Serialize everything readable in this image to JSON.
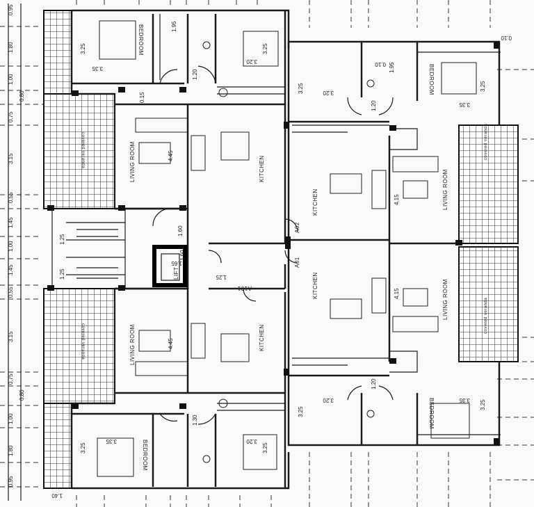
{
  "plan": {
    "rooms": {
      "bedroom": "BEDROOM",
      "living_room": "LIVING ROOM",
      "kitchen": "KITCHEN",
      "lift": "LIFT",
      "veranda": "covered veranda"
    },
    "doors": {
      "a01": "A01",
      "a02": "A02",
      "a101": "A101"
    },
    "left_dimensions": [
      "0.95",
      "1.80",
      "1.00",
      "0.80",
      "0.75",
      "3.15",
      "0.55",
      "1.45",
      "1.00",
      "1.45",
      "0.55",
      "3.15",
      "0.75",
      "0.80",
      "1.00",
      "1.80",
      "0.95"
    ],
    "room_dimensions": {
      "bed_width": "3.35",
      "bed_depth": "3.25",
      "bed2_width": "3.20",
      "corridor": "1.20",
      "corridor_bottom": "1.30",
      "hall": "1.60",
      "lift_size": "1.60",
      "lift_width": "1.65",
      "lobby": "1.25",
      "stair": "1.25",
      "living_left": "4.45",
      "living_right": "4.15",
      "bath": "1.95",
      "bath_small": "0.15",
      "bath_small_r": "0.10",
      "right_edge": "0.10",
      "bottom_edge": "1.40"
    },
    "colors": {
      "line": "#1a1a1a",
      "paper": "#fbfafb"
    }
  }
}
